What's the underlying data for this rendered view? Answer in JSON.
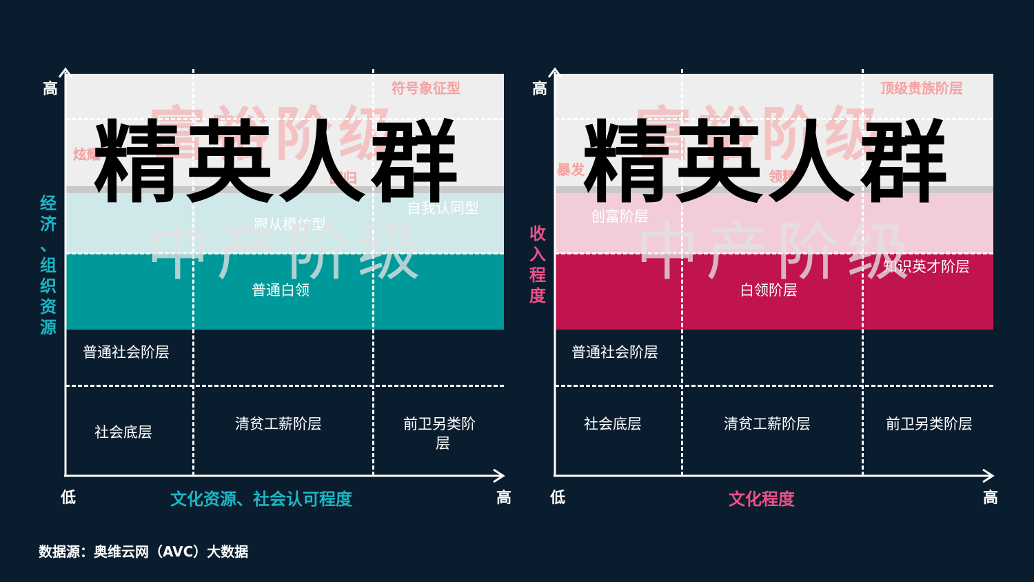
{
  "colors": {
    "background": "#0a1d2e",
    "top_band": "#eeeeee",
    "left_light": "#cfe9ea",
    "left_dark": "#009999",
    "left_accent": "#1ab7c4",
    "right_light": "#f2cdd8",
    "right_dark": "#c0134f",
    "right_accent": "#f0508a",
    "faint_red": "#f7a0a0"
  },
  "left": {
    "y_title": [
      "经",
      "济",
      "、",
      "组",
      "织",
      "资",
      "源"
    ],
    "x_title": "文化资源、社会认可程度",
    "y_high": "高",
    "x_low": "低",
    "x_high": "高",
    "overlay_elite": "精英人群",
    "overlay_middle": "中产阶级",
    "faint_big": "富裕阶级",
    "faint_labels": {
      "symbol": "符号象征型",
      "flaunt": "炫耀",
      "return": "回归"
    },
    "cells": {
      "follow": "跟从模仿型",
      "self": "自我认同型",
      "white_collar": "普通白领",
      "ordinary": "普通社会阶层",
      "bottom": "社会底层",
      "poor_wage": "清贫工薪阶层",
      "avant_line1": "前卫另类阶",
      "avant_line2": "层"
    }
  },
  "right": {
    "y_title": [
      "收",
      "入",
      "程",
      "度"
    ],
    "x_title": "文化程度",
    "y_high": "高",
    "x_low": "低",
    "x_high": "高",
    "overlay_elite": "精英人群",
    "overlay_middle": "中产阶级",
    "faint_big": "富裕阶级",
    "faint_labels": {
      "noble": "顶级贵族阶层",
      "nouveau": "暴发",
      "lead": "领精"
    },
    "cells": {
      "wealth": "创富阶层",
      "knowledge": "知识英才阶层",
      "white_collar": "白领阶层",
      "ordinary": "普通社会阶层",
      "bottom": "社会底层",
      "poor_wage": "清贫工薪阶层",
      "avant": "前卫另类阶层"
    }
  },
  "source": "数据源：奥维云网（AVC）大数据"
}
